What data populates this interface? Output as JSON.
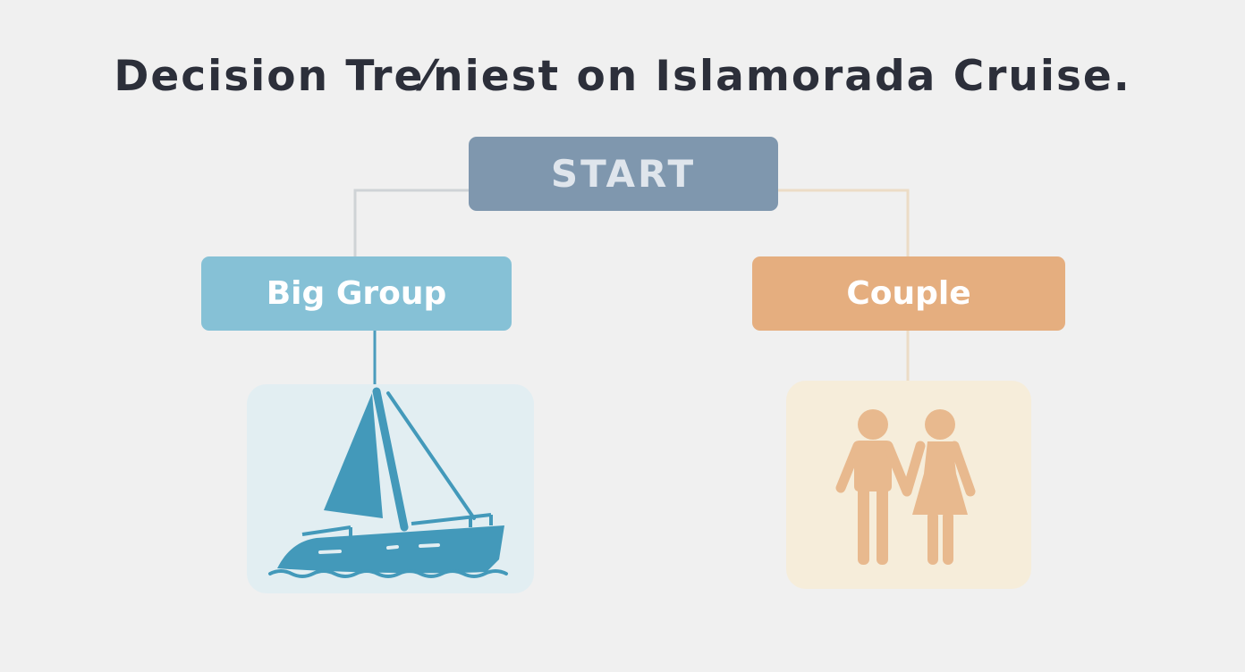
{
  "title": "Decision Tre⁄niest on Islamorada Cruise.",
  "nodes": {
    "start": {
      "label": "START",
      "color": "#7f97ae"
    },
    "big_group": {
      "label": "Big Group",
      "color": "#86c1d6"
    },
    "couple": {
      "label": "Couple",
      "color": "#e5ae7f"
    }
  },
  "icons": {
    "big_group": "sailboat-icon",
    "couple": "couple-icon"
  },
  "colors": {
    "background": "#f0f0f0",
    "title_text": "#2c2f3a",
    "boat_fill": "#4399ba",
    "couple_fill": "#e8b98e",
    "connector_left": "#cfd3d6",
    "connector_right": "#ecdcc6"
  }
}
